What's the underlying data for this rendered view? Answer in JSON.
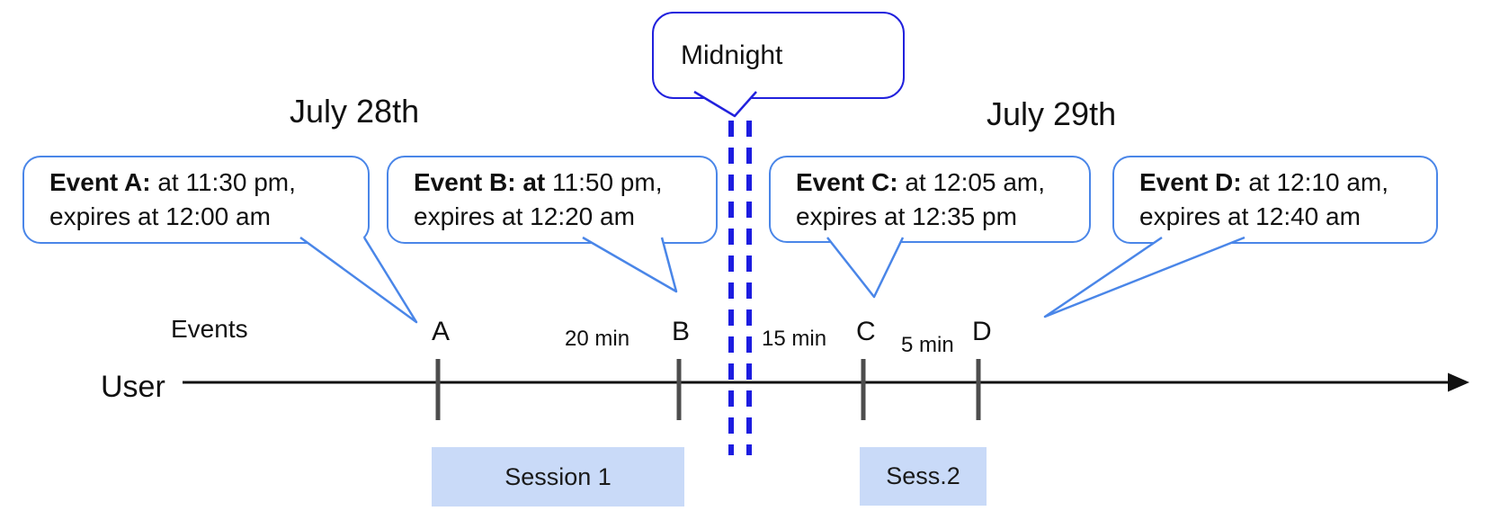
{
  "dates": {
    "left": "July 28th",
    "right": "July 29th"
  },
  "midnight": {
    "label": "Midnight"
  },
  "axis": {
    "events_label": "Events",
    "user_label": "User"
  },
  "callouts": [
    {
      "id": "A",
      "bold": "Event A:",
      "rest": " at 11:30 pm,",
      "line2": "expires at 12:00 am"
    },
    {
      "id": "B",
      "bold": "Event B: at",
      "rest": " 11:50 pm,",
      "line2": "expires at 12:20 am"
    },
    {
      "id": "C",
      "bold": "Event C:",
      "rest": " at 12:05 am,",
      "line2": "expires at 12:35 pm"
    },
    {
      "id": "D",
      "bold": "Event D:",
      "rest": "  at 12:10 am,",
      "line2": "expires at 12:40 am"
    }
  ],
  "tick_labels": [
    "A",
    "B",
    "C",
    "D"
  ],
  "gap_labels": [
    "20 min",
    "15 min",
    "5 min"
  ],
  "sessions": [
    "Session 1",
    "Sess.2"
  ],
  "colors": {
    "callout_border": "#4a86e8",
    "midnight_border": "#2121dd",
    "dashed_midnight_line": "#1c1ce0",
    "session_fill": "#c9daf8",
    "timeline": "#111111",
    "tick": "#4d4d4d"
  }
}
